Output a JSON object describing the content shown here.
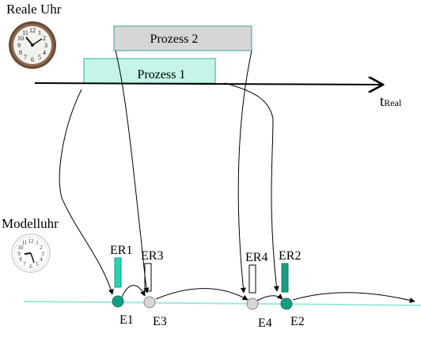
{
  "real_clock_label": "Reale Uhr",
  "model_clock_label": "Modelluhr",
  "processes": [
    {
      "label": "Prozess 2",
      "fill": "#d6d6d6",
      "stroke": "#2fae9a"
    },
    {
      "label": "Prozess 1",
      "fill": "#c4f5e8",
      "stroke": "#2fae9a"
    }
  ],
  "time_axis": {
    "label_main": "t",
    "label_sub": "Real"
  },
  "events": [
    {
      "label": "E1",
      "fill": "#169e83"
    },
    {
      "label": "E3",
      "fill": "#d8d8d8"
    },
    {
      "label": "E4",
      "fill": "#d8d8d8"
    },
    {
      "label": "E2",
      "fill": "#169e83"
    }
  ],
  "event_routines": [
    {
      "label": "ER1",
      "fill": "#29d3b2"
    },
    {
      "label": "ER3",
      "fill": "#ffffff"
    },
    {
      "label": "ER4",
      "fill": "#ffffff"
    },
    {
      "label": "ER2",
      "fill": "#169e83"
    }
  ],
  "colors": {
    "model_line": "#9fe9db",
    "ink": "#000000"
  }
}
